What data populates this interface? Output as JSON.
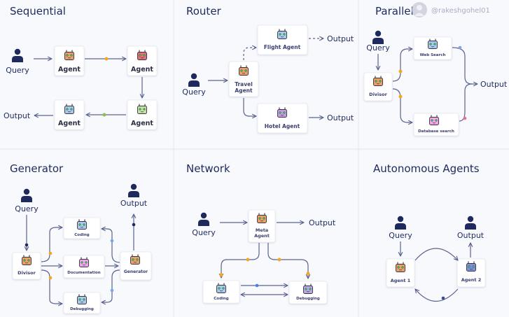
{
  "watermark": "@rakeshgohel01",
  "colors": {
    "title": "#1e2a5e",
    "edge": "#5a6390",
    "dot_orange": "#f5a623",
    "dot_green": "#8bc34a",
    "dot_blue": "#7fa3e6",
    "dot_pink": "#e5708e",
    "dot_navy": "#1e2a5e",
    "robot_orange": "#e8a06a",
    "robot_red": "#e66d76",
    "robot_green": "#c7dfa5",
    "robot_blue": "#a9c8f0",
    "robot_purple": "#c89be8",
    "robot_pink": "#f0a6e8",
    "robot_periwinkle": "#7f8fe0",
    "robot_lavender": "#b7a9e6"
  },
  "panels": {
    "sequential": {
      "title": "Sequential",
      "query": "Query",
      "output": "Output",
      "agents": [
        "Agent",
        "Agent",
        "Agent",
        "Agent"
      ]
    },
    "router": {
      "title": "Router",
      "query": "Query",
      "travel_agent": [
        "Travel",
        "Agent"
      ],
      "flight_agent": "Flight Agent",
      "hotel_agent": "Hotel Agent",
      "output_flight": "Output",
      "output_hotel": "Output"
    },
    "parallel": {
      "title": "Parallel",
      "query": "Query",
      "divisor": "Divisor",
      "web_search": "Web Search",
      "database_search": "Database search",
      "output": "Output"
    },
    "generator": {
      "title": "Generator",
      "query": "Query",
      "output": "Output",
      "divisor": "Divisor",
      "coding": "Coding",
      "documentation": "Documentation",
      "debugging": "Debugging",
      "generator": "Generator"
    },
    "network": {
      "title": "Network",
      "query": "Query",
      "output": "Output",
      "meta_agent": [
        "Meta",
        "Agent"
      ],
      "coding": "Coding",
      "debugging": "Debugging"
    },
    "autonomous": {
      "title": "Autonomous Agents",
      "query": "Query",
      "output": "Output",
      "agent1": "Agent 1",
      "agent2": "Agent 2"
    }
  }
}
